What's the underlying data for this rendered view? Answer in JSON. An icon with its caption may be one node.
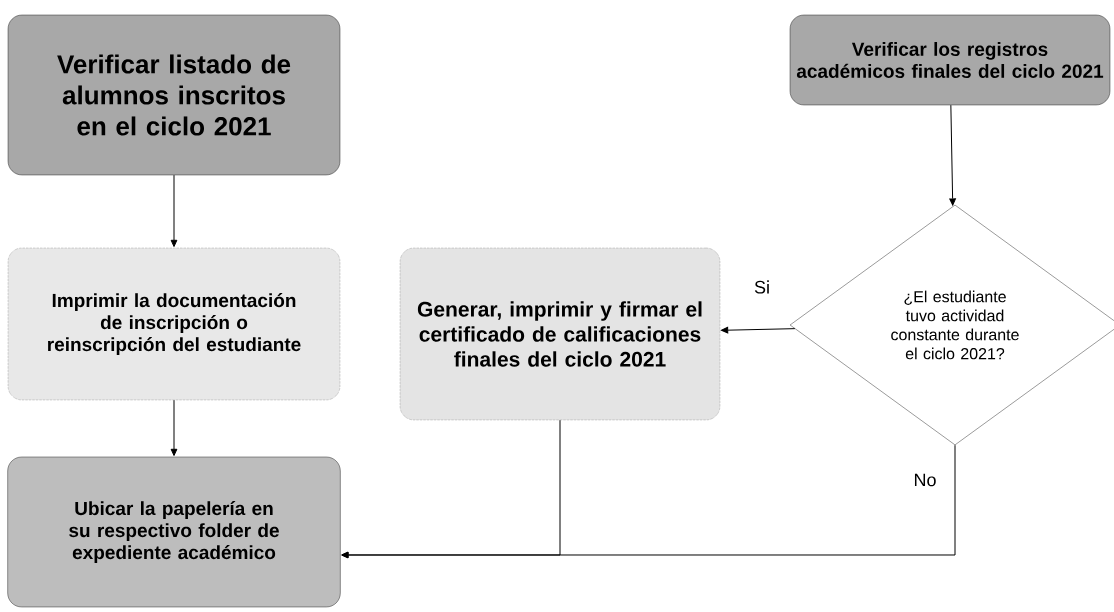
{
  "diagram": {
    "nodes": [
      {
        "text": [
          "Verificar listado de alumnos inscritos en el ciclo 2021"
        ]
      },
      {
        "text": [
          "Imprimir la documentación de inscripción o reinscripción del estudiante"
        ]
      },
      {
        "text": [
          "Ubicar la papelería en su respectivo folder de expediente académico"
        ]
      },
      {
        "text": [
          "Generar, imprimir y firmar el certificado de calificaciones finales del ciclo 2021"
        ]
      },
      {
        "text": [
          "Verificar los registros académicos finales del ciclo 2021"
        ]
      },
      {
        "text": [
          "¿El estudiante tuvo actividad constante durante el ciclo 2021?"
        ]
      }
    ],
    "edges": [
      {
        "from": 0,
        "to": 1,
        "arrow": "to"
      },
      {
        "from": 1,
        "to": 2,
        "arrow": "to"
      },
      {
        "from": 4,
        "to": 5,
        "arrow": "to"
      },
      {
        "from": 5,
        "to": 3,
        "arrow": "to",
        "label": "Si"
      },
      {
        "from": 5,
        "to": 2,
        "arrow": "to",
        "label": "No"
      },
      {
        "from": 3,
        "to": 2,
        "arrow": "to"
      }
    ]
  }
}
